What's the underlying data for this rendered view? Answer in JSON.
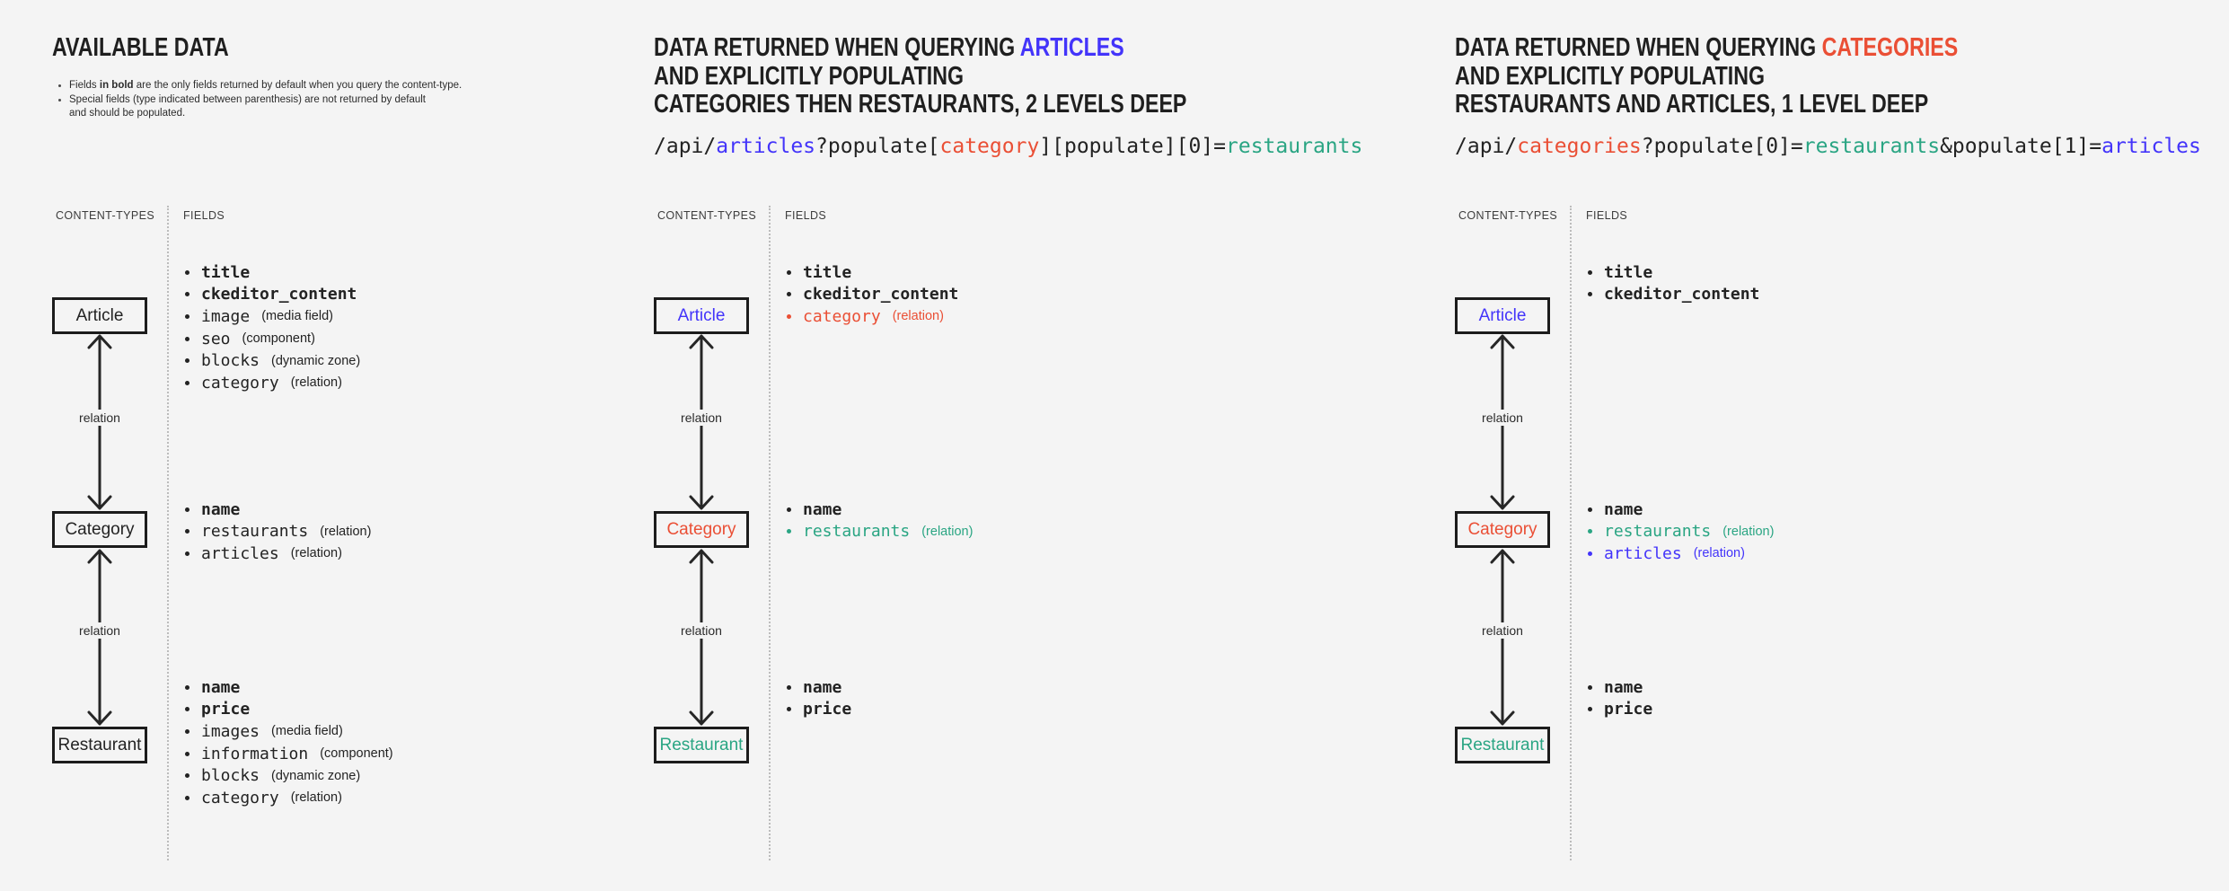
{
  "colors": {
    "background": "#f4f4f4",
    "text_dark": "#232323",
    "blue": "#4334fa",
    "red": "#ea4f35",
    "teal": "#2aa583",
    "divider_dotted": "#bcbcbc",
    "box_border": "#1c1c1c"
  },
  "panels": [
    {
      "title": "AVAILABLE DATA",
      "notes": {
        "note1_pre": "Fields ",
        "note1_bold": "in bold",
        "note1_post": " are the only fields returned by default when you query the content-type.",
        "note2_line1": "Special fields (type indicated between parenthesis) are not returned by default",
        "note2_line2": "and should be populated."
      },
      "labels": {
        "content_types": "CONTENT-TYPES",
        "fields": "FIELDS"
      },
      "relation_label": "relation",
      "nodes": {
        "article": {
          "label": "Article",
          "color": "dark",
          "fields": [
            {
              "name": "title",
              "type": "",
              "bold": true,
              "color": "dark"
            },
            {
              "name": "ckeditor_content",
              "type": "",
              "bold": true,
              "color": "dark"
            },
            {
              "name": "image",
              "type": "(media field)",
              "bold": false,
              "color": "dark"
            },
            {
              "name": "seo",
              "type": "(component)",
              "bold": false,
              "color": "dark"
            },
            {
              "name": "blocks",
              "type": "(dynamic zone)",
              "bold": false,
              "color": "dark"
            },
            {
              "name": "category",
              "type": "(relation)",
              "bold": false,
              "color": "dark"
            }
          ]
        },
        "category": {
          "label": "Category",
          "color": "dark",
          "fields": [
            {
              "name": "name",
              "type": "",
              "bold": true,
              "color": "dark"
            },
            {
              "name": "restaurants",
              "type": "(relation)",
              "bold": false,
              "color": "dark"
            },
            {
              "name": "articles",
              "type": "(relation)",
              "bold": false,
              "color": "dark"
            }
          ]
        },
        "restaurant": {
          "label": "Restaurant",
          "color": "dark",
          "fields": [
            {
              "name": "name",
              "type": "",
              "bold": true,
              "color": "dark"
            },
            {
              "name": "price",
              "type": "",
              "bold": true,
              "color": "dark"
            },
            {
              "name": "images",
              "type": "(media field)",
              "bold": false,
              "color": "dark"
            },
            {
              "name": "information",
              "type": "(component)",
              "bold": false,
              "color": "dark"
            },
            {
              "name": "blocks",
              "type": "(dynamic zone)",
              "bold": false,
              "color": "dark"
            },
            {
              "name": "category",
              "type": "(relation)",
              "bold": false,
              "color": "dark"
            }
          ]
        }
      }
    },
    {
      "title_line1_plain": "DATA RETURNED WHEN QUERYING ",
      "title_line1_highlight": "ARTICLES",
      "title_line1_highlight_color": "blue",
      "title_line2": "AND EXPLICITLY POPULATING",
      "title_line3": "CATEGORIES THEN RESTAURANTS, 2 LEVELS DEEP",
      "url_segments": [
        {
          "text": "/api/",
          "color": "dark"
        },
        {
          "text": "articles",
          "color": "blue"
        },
        {
          "text": "?populate[",
          "color": "dark"
        },
        {
          "text": "category",
          "color": "red"
        },
        {
          "text": "][populate][0]=",
          "color": "dark"
        },
        {
          "text": "restaurants",
          "color": "teal"
        }
      ],
      "labels": {
        "content_types": "CONTENT-TYPES",
        "fields": "FIELDS"
      },
      "relation_label": "relation",
      "nodes": {
        "article": {
          "label": "Article",
          "color": "blue",
          "fields": [
            {
              "name": "title",
              "type": "",
              "bold": true,
              "color": "dark"
            },
            {
              "name": "ckeditor_content",
              "type": "",
              "bold": true,
              "color": "dark"
            },
            {
              "name": "category",
              "type": "(relation)",
              "bold": false,
              "color": "red"
            }
          ]
        },
        "category": {
          "label": "Category",
          "color": "red",
          "fields": [
            {
              "name": "name",
              "type": "",
              "bold": true,
              "color": "dark"
            },
            {
              "name": "restaurants",
              "type": "(relation)",
              "bold": false,
              "color": "teal"
            }
          ]
        },
        "restaurant": {
          "label": "Restaurant",
          "color": "teal",
          "fields": [
            {
              "name": "name",
              "type": "",
              "bold": true,
              "color": "dark"
            },
            {
              "name": "price",
              "type": "",
              "bold": true,
              "color": "dark"
            }
          ]
        }
      }
    },
    {
      "title_line1_plain": "DATA RETURNED WHEN QUERYING ",
      "title_line1_highlight": "CATEGORIES",
      "title_line1_highlight_color": "red",
      "title_line2": "AND EXPLICITLY POPULATING",
      "title_line3": "RESTAURANTS AND ARTICLES, 1 LEVEL DEEP",
      "url_segments": [
        {
          "text": "/api/",
          "color": "dark"
        },
        {
          "text": "categories",
          "color": "red"
        },
        {
          "text": "?populate[0]=",
          "color": "dark"
        },
        {
          "text": "restaurants",
          "color": "teal"
        },
        {
          "text": "&populate[1]=",
          "color": "dark"
        },
        {
          "text": "articles",
          "color": "blue"
        }
      ],
      "labels": {
        "content_types": "CONTENT-TYPES",
        "fields": "FIELDS"
      },
      "relation_label": "relation",
      "nodes": {
        "article": {
          "label": "Article",
          "color": "blue",
          "fields": [
            {
              "name": "title",
              "type": "",
              "bold": true,
              "color": "dark"
            },
            {
              "name": "ckeditor_content",
              "type": "",
              "bold": true,
              "color": "dark"
            }
          ]
        },
        "category": {
          "label": "Category",
          "color": "red",
          "fields": [
            {
              "name": "name",
              "type": "",
              "bold": true,
              "color": "dark"
            },
            {
              "name": "restaurants",
              "type": "(relation)",
              "bold": false,
              "color": "teal"
            },
            {
              "name": "articles",
              "type": "(relation)",
              "bold": false,
              "color": "blue"
            }
          ]
        },
        "restaurant": {
          "label": "Restaurant",
          "color": "teal",
          "fields": [
            {
              "name": "name",
              "type": "",
              "bold": true,
              "color": "dark"
            },
            {
              "name": "price",
              "type": "",
              "bold": true,
              "color": "dark"
            }
          ]
        }
      }
    }
  ]
}
